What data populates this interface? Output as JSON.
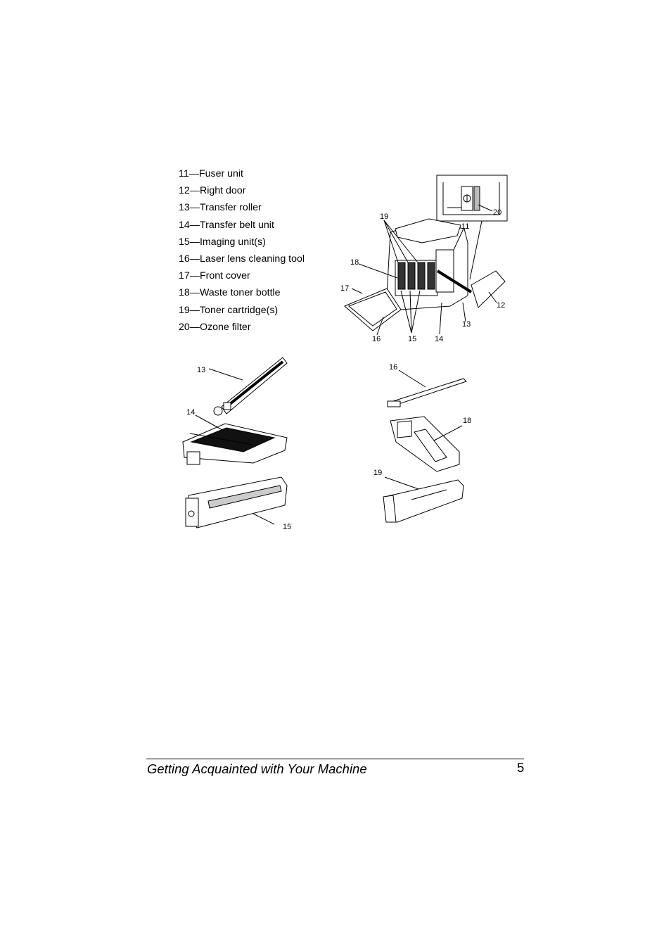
{
  "legend": [
    "11—Fuser unit",
    "12—Right door",
    "13—Transfer roller",
    "14—Transfer belt unit",
    "15—Imaging unit(s)",
    "16—Laser lens cleaning tool",
    "17—Front cover",
    "18—Waste toner bottle",
    "19—Toner cartridge(s)",
    "20—Ozone filter"
  ],
  "printer_callouts": {
    "c20": "20",
    "c19": "19",
    "c11": "11",
    "c18": "18",
    "c17": "17",
    "c12": "12",
    "c13": "13",
    "c16": "16",
    "c15": "15",
    "c14": "14"
  },
  "parts_left": {
    "c13": "13",
    "c14": "14",
    "c15": "15"
  },
  "parts_right": {
    "c16": "16",
    "c18": "18",
    "c19": "19"
  },
  "footer": {
    "title": "Getting Acquainted with Your Machine",
    "page": "5"
  }
}
